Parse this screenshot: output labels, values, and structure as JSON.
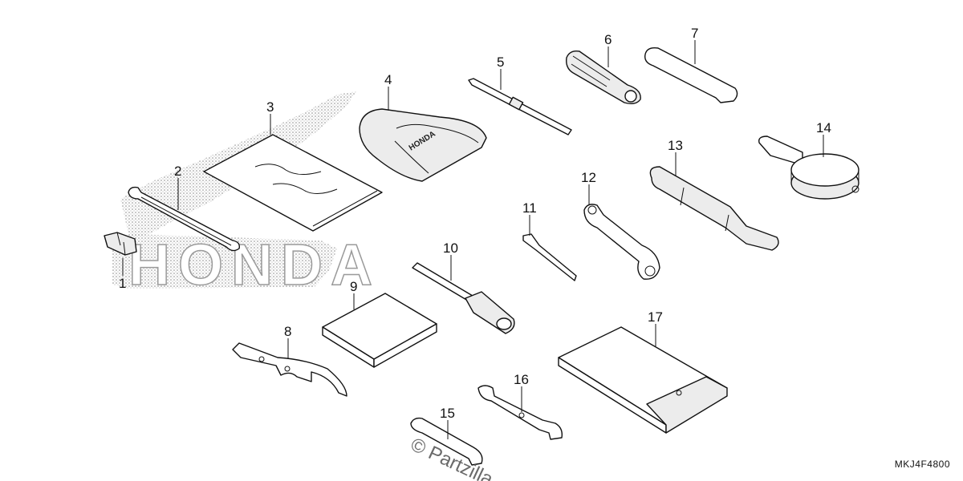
{
  "diagram": {
    "drawing_code": "MKJ4F4800",
    "watermark": "© Partzilla",
    "background_brand": "HONDA",
    "pouch_print": "HONDA",
    "callouts": [
      {
        "id": "1",
        "label": "1"
      },
      {
        "id": "2",
        "label": "2"
      },
      {
        "id": "3",
        "label": "3"
      },
      {
        "id": "4",
        "label": "4"
      },
      {
        "id": "5",
        "label": "5"
      },
      {
        "id": "6",
        "label": "6"
      },
      {
        "id": "7",
        "label": "7"
      },
      {
        "id": "8",
        "label": "8"
      },
      {
        "id": "9",
        "label": "9"
      },
      {
        "id": "10",
        "label": "10"
      },
      {
        "id": "11",
        "label": "11"
      },
      {
        "id": "12",
        "label": "12"
      },
      {
        "id": "13",
        "label": "13"
      },
      {
        "id": "14",
        "label": "14"
      },
      {
        "id": "15",
        "label": "15"
      },
      {
        "id": "16",
        "label": "16"
      },
      {
        "id": "17",
        "label": "17"
      }
    ]
  }
}
